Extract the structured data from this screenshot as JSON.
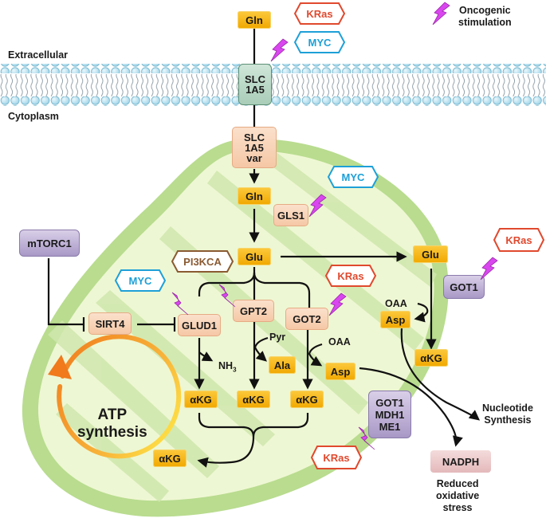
{
  "region_labels": {
    "extracellular": "Extracellular",
    "cytoplasm": "Cytoplasm"
  },
  "legend": {
    "icon": "lightning-bolt-icon",
    "label": "Oncogenic\nstimulation",
    "color": "#d946ef"
  },
  "transporters": {
    "slc1a5": "SLC\n1A5",
    "slc1a5_var": "SLC\n1A5\nvar"
  },
  "metabolites": {
    "gln_extracellular": "Gln",
    "gln_mito": "Gln",
    "glu_mito": "Glu",
    "glu_cyto": "Glu",
    "akg_glud1": "αKG",
    "akg_gpt2": "αKG",
    "akg_got2": "αKG",
    "akg_merged": "αKG",
    "akg_cyto": "αKG",
    "ala": "Ala",
    "asp_mito": "Asp",
    "asp_cyto": "Asp",
    "pyr": "Pyr",
    "oaa_mito": "OAA",
    "oaa_cyto": "OAA",
    "nh3": "NH",
    "nh3_sub": "3"
  },
  "enzymes": {
    "gls1": "GLS1",
    "glud1": "GLUD1",
    "gpt2": "GPT2",
    "got2": "GOT2",
    "sirt4": "SIRT4",
    "got1": "GOT1",
    "mtorc1": "mTORC1",
    "got1_mdh1_me1": "GOT1\nMDH1\nME1",
    "nadph": "NADPH"
  },
  "oncogenes": {
    "kras_top": "KRas",
    "myc_top": "MYC",
    "myc_gls1": "MYC",
    "pi3kca": "PI3KCA",
    "myc_glud1": "MYC",
    "kras_got2": "KRas",
    "kras_got1": "KRas",
    "kras_bottom": "KRas"
  },
  "outcomes": {
    "atp": "ATP\nsynthesis",
    "nucleotide": "Nucleotide\nSynthesis",
    "oxidative": "Reduced\noxidative\nstress"
  },
  "colors": {
    "kras": "#e0492e",
    "myc": "#1ea0d8",
    "pi3kca": "#8a5a32",
    "metabolite": "#f4b400",
    "enzyme": "#f8d5bb",
    "cytosolic_enzyme": "#b3a5cf",
    "mito_outer": "#b9dc8f",
    "mito_inner": "#eef7d3",
    "membrane": "#a9dcef",
    "bolt": "#d946ef"
  }
}
